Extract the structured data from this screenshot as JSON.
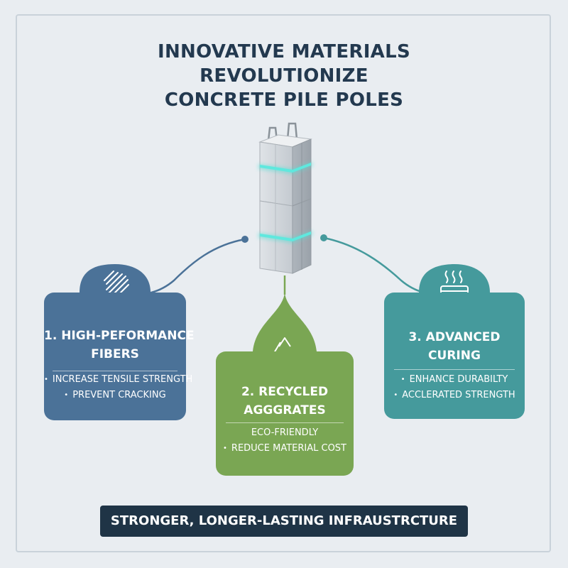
{
  "title": {
    "line1": "INNOVATIVE MATERIALS",
    "line2": "REVOLUTIONIZE",
    "line3": "CONCRETE PILE POLES"
  },
  "cards": [
    {
      "title_line1": "1. HIGH-PEFORMANCE",
      "title_line2": "FIBERS",
      "icon": "fiber-strands-icon",
      "color": "#4b7298",
      "bullets": [
        "INCREASE TENSILE STRENGTH",
        "PREVENT CRACKING"
      ]
    },
    {
      "title_line1": "2. RECYCLED",
      "title_line2": "AGGGRATES",
      "icon": "recycle-icon",
      "color": "#7aa653",
      "bullets": [
        "ECO-FRIENDLY",
        "REDUCE MATERIAL COST"
      ]
    },
    {
      "title_line1": "3. ADVANCED",
      "title_line2": "CURING",
      "icon": "steam-curing-icon",
      "color": "#459a9c",
      "bullets": [
        "ENHANCE DURABILTY",
        "ACCLERATED STRENGTH"
      ]
    }
  ],
  "footer": "STRONGER, LONGER-LASTING INFRAUSTRCTURE",
  "colors": {
    "background": "#e9edf1",
    "title": "#23394f",
    "footer_bg": "#1f3446",
    "glow": "#4fe0d6"
  }
}
